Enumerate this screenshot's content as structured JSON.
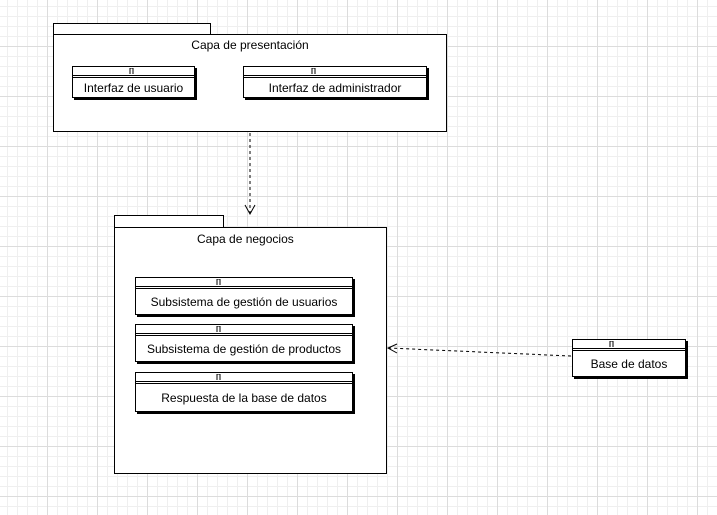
{
  "diagram": {
    "presentation_layer": {
      "title": "Capa de presentación",
      "components": [
        {
          "label": "Interfaz de usuario",
          "icon": "component-icon"
        },
        {
          "label": "Interfaz de administrador",
          "icon": "component-icon"
        }
      ]
    },
    "business_layer": {
      "title": "Capa de negocios",
      "components": [
        {
          "label": "Subsistema de gestión de usuarios",
          "icon": "component-icon"
        },
        {
          "label": "Subsistema de gestión de productos",
          "icon": "component-icon"
        },
        {
          "label": "Respuesta de la base de datos",
          "icon": "component-icon"
        }
      ]
    },
    "external": {
      "components": [
        {
          "label": "Base de datos",
          "icon": "component-icon"
        }
      ]
    },
    "dependencies": [
      {
        "from": "Capa de presentación",
        "to": "Capa de negocios",
        "style": "dashed-open-arrow"
      },
      {
        "from": "Base de datos",
        "to": "Capa de negocios",
        "style": "dashed-open-arrow"
      }
    ]
  }
}
